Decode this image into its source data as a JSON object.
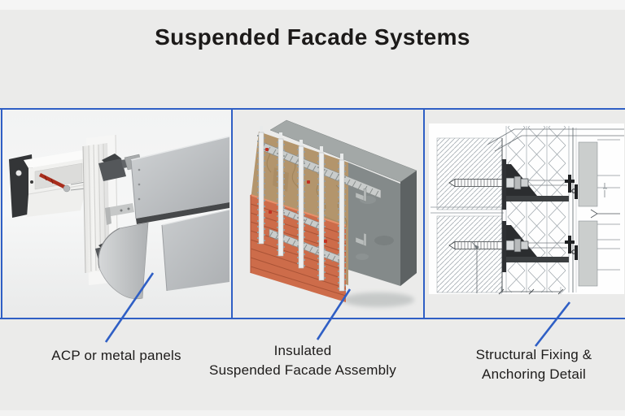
{
  "page": {
    "title": "Suspended Facade Systems"
  },
  "labels": {
    "acp": {
      "line1": "ACP or metal panels"
    },
    "assembly": {
      "line1": "Insulated",
      "line2": "Suspended Facade Assembly"
    },
    "detail": {
      "line1": "Structural Fixing &",
      "line2": "Anchoring Detail"
    }
  },
  "colors": {
    "accent_blue": "#2f5fc5",
    "text": "#1c1a19",
    "background": "#ebebea",
    "terracotta_cladding": "#cd6c4a",
    "insulation_tan": "#b3956c",
    "concrete_gray": "#848a8a",
    "panel_silver": "#bcbfc1"
  }
}
